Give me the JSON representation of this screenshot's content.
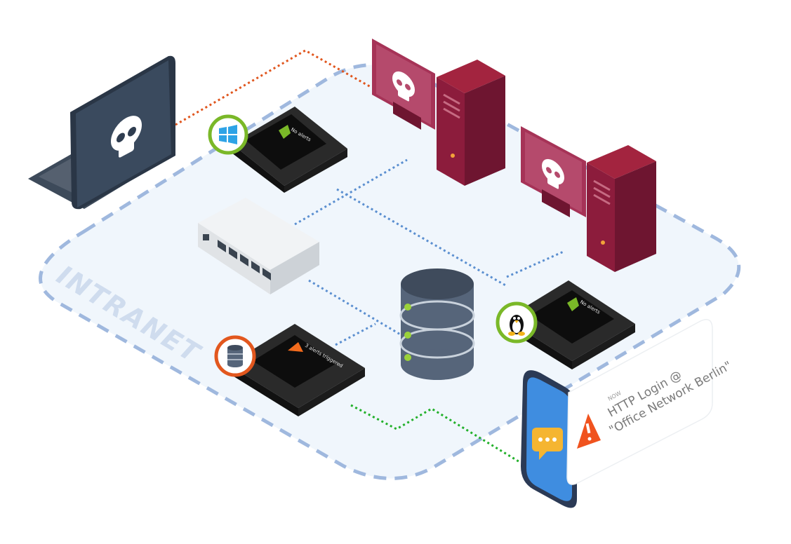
{
  "zone": {
    "label": "INTRANET"
  },
  "devices": {
    "windows_sensor": {
      "status": "No alerts",
      "os": "windows-logo-icon",
      "badge_color": "#7ab828"
    },
    "linux_sensor": {
      "status": "No alerts",
      "os": "linux-tux-icon",
      "badge_color": "#7ab828"
    },
    "database_sensor": {
      "status": "3 alerts triggered",
      "os": "database-icon",
      "badge_color": "#e2571e"
    }
  },
  "notification": {
    "time": "NOW",
    "line1": "HTTP Login @",
    "line2": "\"Office Network Berlin\""
  },
  "colors": {
    "attacker": "#8c1c3c",
    "attack_path": "#e0561e",
    "network_link": "#5b8fd0",
    "alert_path": "#22b02a",
    "zone_border": "#9fb8de",
    "zone_fill": "#f0f6fc"
  }
}
